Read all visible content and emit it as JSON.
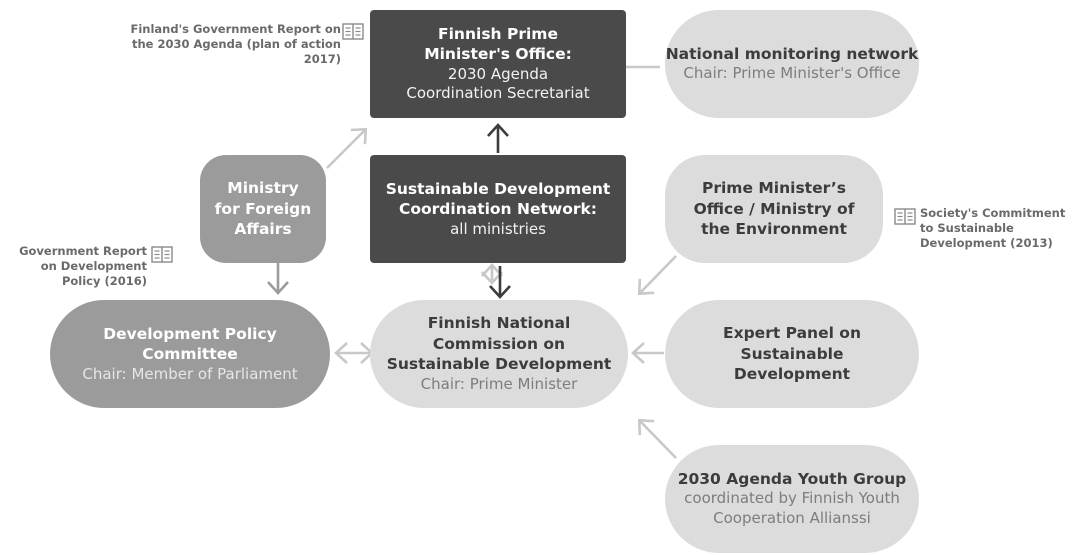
{
  "nodes": {
    "pmo": {
      "title": "Finnish Prime Minister's Office:",
      "subtitle": "2030 Agenda Coordination Secretariat"
    },
    "monitoring": {
      "title": "National monitoring network",
      "subtitle": "Chair: Prime Minister's Office"
    },
    "sdcn": {
      "title": "Sustainable Development Coordination Network:",
      "subtitle": "all ministries"
    },
    "mfa": {
      "title": "Ministry for Foreign Affairs"
    },
    "pmo_env": {
      "title": "Prime Minister’s Office / Ministry of the Environment"
    },
    "dpc": {
      "title": "Development Policy Committee",
      "subtitle": "Chair: Member of Parliament"
    },
    "fncsd": {
      "title": "Finnish National Commission on Sustainable Development",
      "subtitle": "Chair: Prime Minister"
    },
    "expert": {
      "title": "Expert Panel on Sustainable Development"
    },
    "youth": {
      "title": "2030 Agenda Youth Group",
      "subtitle": "coordinated by Finnish Youth Cooperation Allianssi"
    }
  },
  "notes": {
    "gov_2030": "Finland's Government Report on the 2030 Agenda (plan of action 2017)",
    "gov_dev": "Government Report on Development Policy (2016)",
    "society": "Society's Commitment to Sustainable Development (2013)"
  },
  "icons": {
    "document": "book-icon"
  },
  "colors": {
    "dark": "#4a4a4a",
    "medium": "#9b9b9b",
    "light": "#dcdcdc",
    "arrow": "#c8c8c8",
    "arrow_dark": "#3c3c3c"
  }
}
